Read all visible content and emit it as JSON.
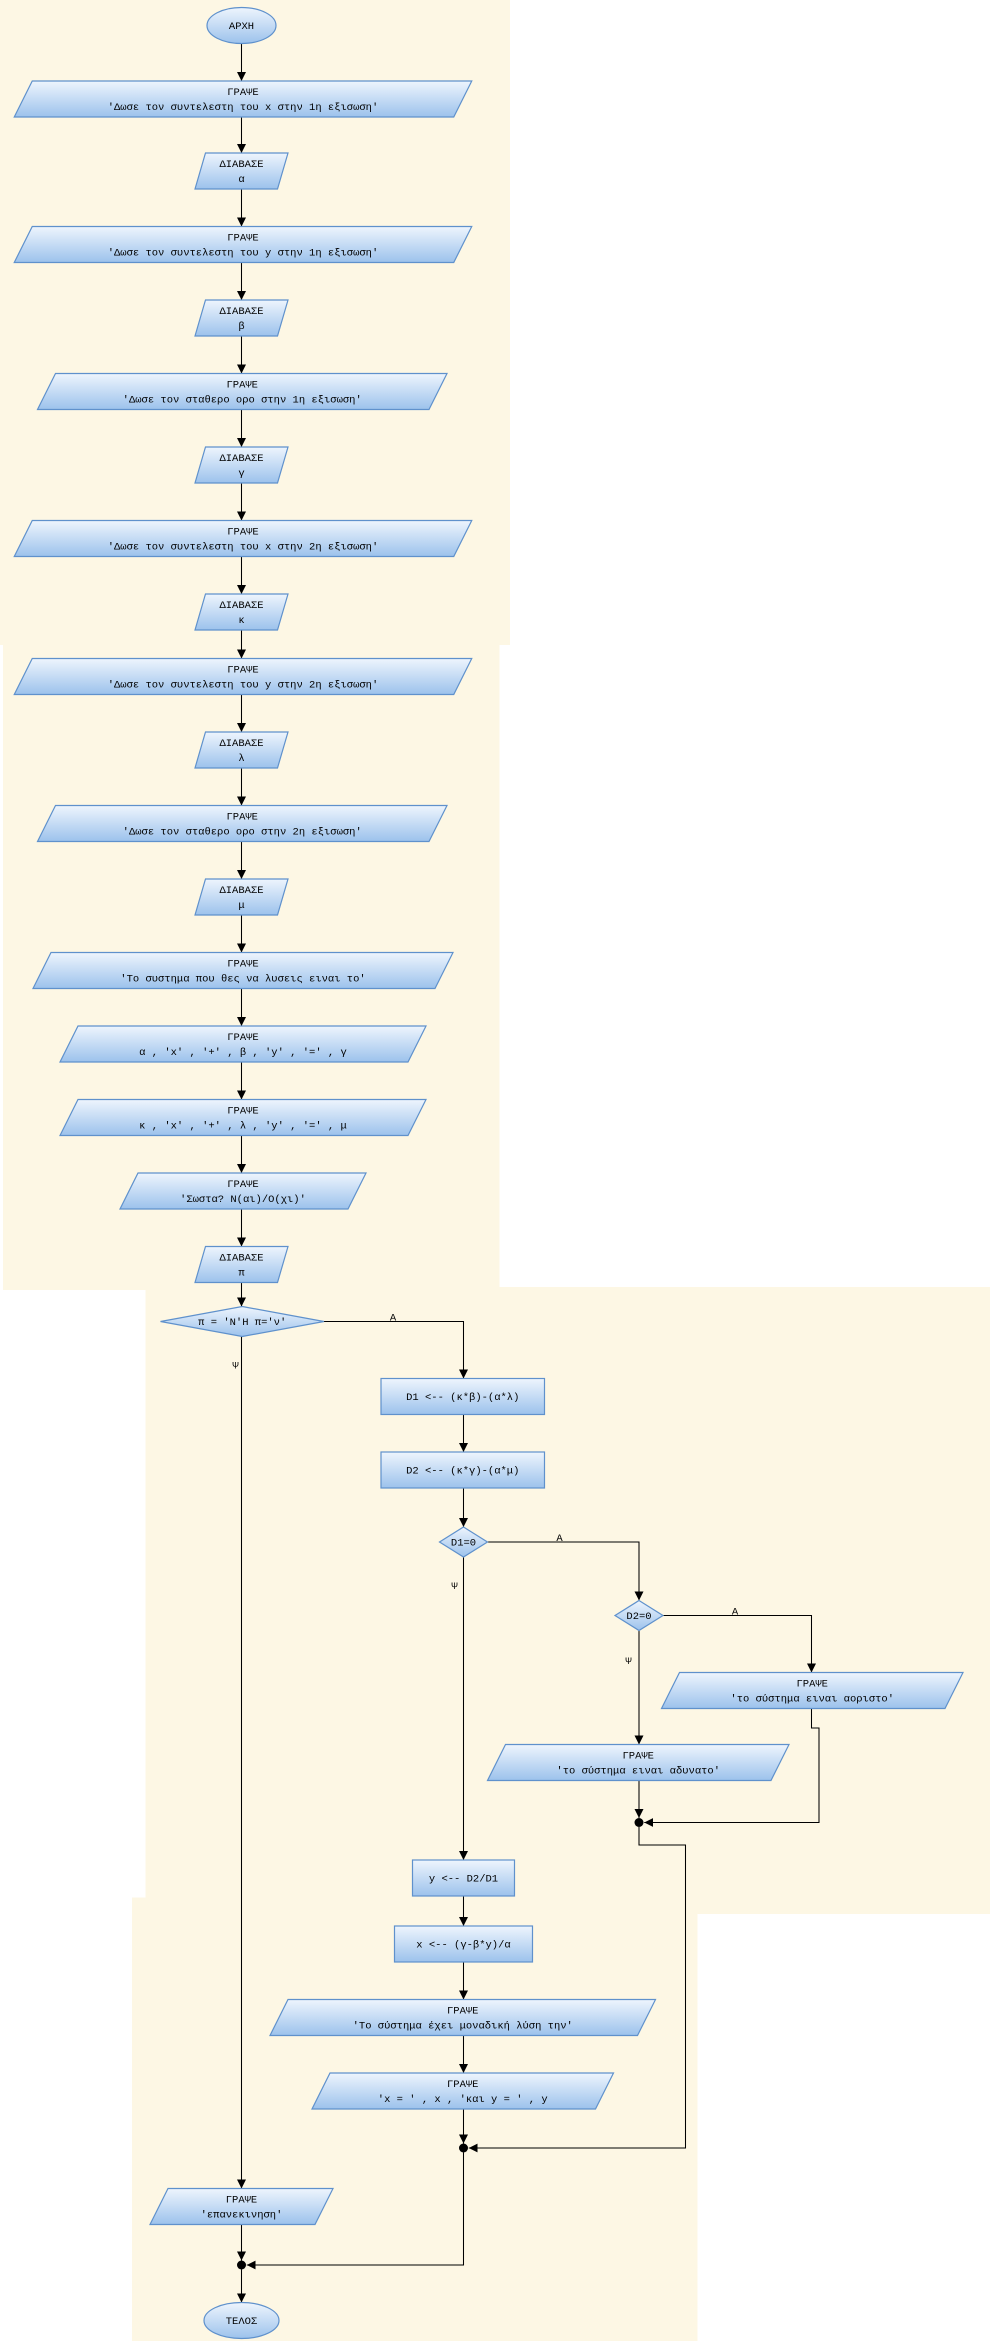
{
  "flowchart": {
    "branch_labels": {
      "yes": "Α",
      "no": "Ψ"
    },
    "nodes": {
      "start": {
        "label": "ΑΡΧΗ"
      },
      "write_coef_x1": {
        "keyword": "ΓΡΑΨΕ",
        "text": "'Δωσε τον συντελεστη του x στην 1η εξισωση'"
      },
      "read_a": {
        "keyword": "ΔΙΑΒΑΣΕ",
        "text": "α"
      },
      "write_coef_y1": {
        "keyword": "ΓΡΑΨΕ",
        "text": "'Δωσε τον συντελεστη του y στην 1η εξισωση'"
      },
      "read_b": {
        "keyword": "ΔΙΑΒΑΣΕ",
        "text": "β"
      },
      "write_const1": {
        "keyword": "ΓΡΑΨΕ",
        "text": "'Δωσε τον σταθερο ορο στην 1η εξισωση'"
      },
      "read_g": {
        "keyword": "ΔΙΑΒΑΣΕ",
        "text": "γ"
      },
      "write_coef_x2": {
        "keyword": "ΓΡΑΨΕ",
        "text": "'Δωσε τον συντελεστη του x στην 2η εξισωση'"
      },
      "read_k": {
        "keyword": "ΔΙΑΒΑΣΕ",
        "text": "κ"
      },
      "write_coef_y2": {
        "keyword": "ΓΡΑΨΕ",
        "text": "'Δωσε τον συντελεστη του y στην 2η εξισωση'"
      },
      "read_l": {
        "keyword": "ΔΙΑΒΑΣΕ",
        "text": "λ"
      },
      "write_const2": {
        "keyword": "ΓΡΑΨΕ",
        "text": "'Δωσε τον σταθερο ορο στην 2η εξισωση'"
      },
      "read_m": {
        "keyword": "ΔΙΑΒΑΣΕ",
        "text": "μ"
      },
      "write_system_intro": {
        "keyword": "ΓΡΑΨΕ",
        "text": "'Το συστημα που θες να λυσεις ειναι το'"
      },
      "write_eq1": {
        "keyword": "ΓΡΑΨΕ",
        "text": "α , 'x' , '+' , β , 'y' , '=' , γ"
      },
      "write_eq2": {
        "keyword": "ΓΡΑΨΕ",
        "text": "κ , 'x' , '+' , λ , 'y' , '=' , μ"
      },
      "write_confirm": {
        "keyword": "ΓΡΑΨΕ",
        "text": "'Σωστα? Ν(αι)/Ο(χι)'"
      },
      "read_p": {
        "keyword": "ΔΙΑΒΑΣΕ",
        "text": "π"
      },
      "decision_answer": {
        "label": "π = 'Ν'Η π='ν'"
      },
      "assign_d1": {
        "label": "D1 <-- (κ*β)-(α*λ)"
      },
      "assign_d2": {
        "label": "D2 <-- (κ*γ)-(α*μ)"
      },
      "decision_d1": {
        "label": "D1=0"
      },
      "decision_d2": {
        "label": "D2=0"
      },
      "write_indeterminate": {
        "keyword": "ΓΡΑΨΕ",
        "text": "'το σύστημα ειναι αοριστο'"
      },
      "write_impossible": {
        "keyword": "ΓΡΑΨΕ",
        "text": "'το σύστημα ειναι αδυνατο'"
      },
      "assign_y": {
        "label": "y <-- D2/D1"
      },
      "assign_x": {
        "label": "x <-- (γ-β*y)/α"
      },
      "write_unique": {
        "keyword": "ΓΡΑΨΕ",
        "text": "'Το σύστημα έχει μοναδική λύση την'"
      },
      "write_xy": {
        "keyword": "ΓΡΑΨΕ",
        "text": "'x = ' , x , 'και y = ' , y"
      },
      "write_restart": {
        "keyword": "ΓΡΑΨΕ",
        "text": "'επανεκινηση'"
      },
      "end": {
        "label": "ΤΕΛΟΣ"
      }
    }
  },
  "colors": {
    "panel": "#fdf7e4",
    "shape_top": "#eef5fd",
    "shape_bottom": "#9cc2ec",
    "shape_stroke": "#5f91cc",
    "line": "#000000",
    "text": "#000000"
  }
}
